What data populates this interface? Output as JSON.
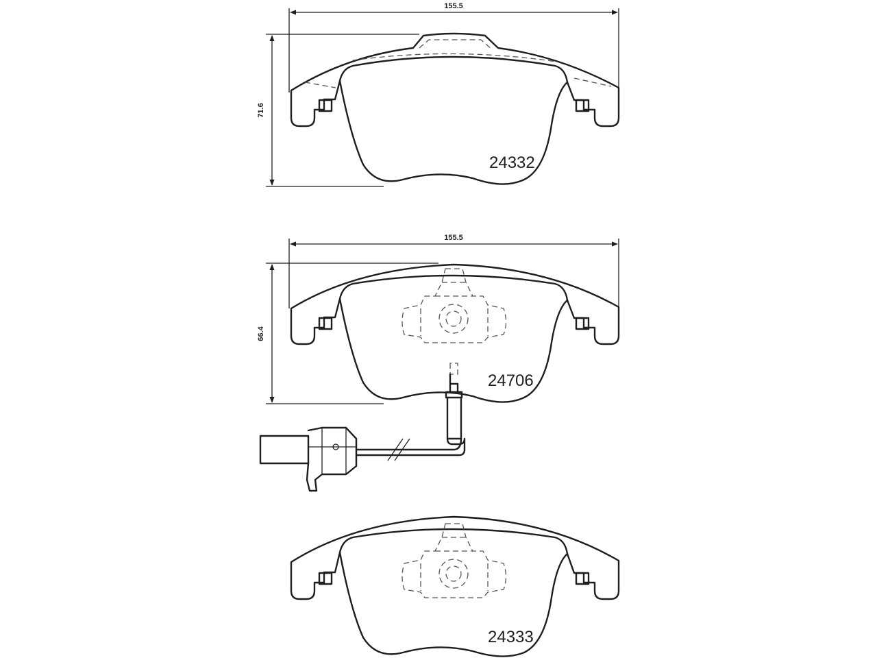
{
  "pads": [
    {
      "part_number": "24332",
      "width_label": "155.5",
      "height_label": "71.6"
    },
    {
      "part_number": "24706",
      "width_label": "155.5",
      "height_label": "66.4"
    },
    {
      "part_number": "24333"
    }
  ],
  "colors": {
    "line": "#1e1e1e",
    "background": "#ffffff"
  }
}
